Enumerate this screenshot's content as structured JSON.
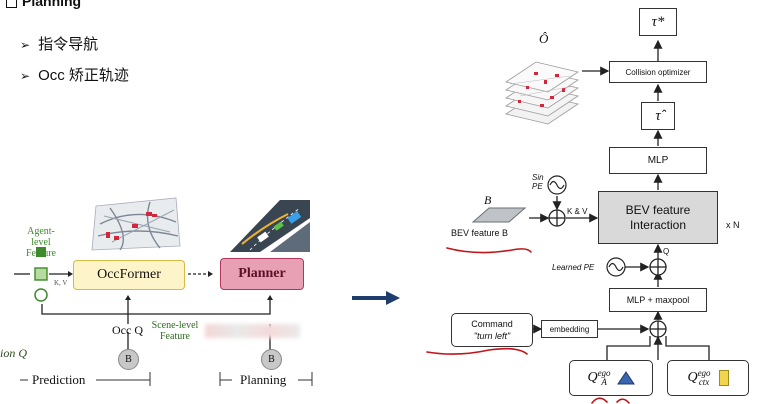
{
  "slide": {
    "section_title": "Planning",
    "bullets": [
      "指令导航",
      "Occ 矫正轨迹"
    ]
  },
  "left_diagram": {
    "agent_level_label": "Agent-level\nFeature",
    "k_v_label": "K, V",
    "occformer_label": "OccFormer",
    "planner_label": "Planner",
    "occ_q_label": "Occ Q",
    "scene_level_label": "Scene-level\nFeature",
    "b_label_1": "B",
    "b_label_2": "B",
    "motion_q_label": "ion Q",
    "prediction_label": "Prediction",
    "planning_label": "Planning",
    "colors": {
      "occformer_fill": "#fdf4c9",
      "occformer_border": "#d8b945",
      "planner_fill": "#e8a0b4",
      "planner_border": "#b0365c",
      "agent_green": "#3d8a2c"
    }
  },
  "right_diagram": {
    "tau_star": "τ*",
    "collision_optimizer": "Collision optimizer",
    "o_hat": "Ô",
    "tau_hat": "τ̂",
    "mlp": "MLP",
    "sin_pe": "Sin\nPE",
    "k_and_v": "K & V",
    "bev_b_label": "B",
    "bev_feature_label": "BEV feature B",
    "bev_interaction": "BEV feature\nInteraction",
    "times_n": "x N",
    "q_label": "Q",
    "learned_pe": "Learned PE",
    "mlp_maxpool": "MLP + maxpool",
    "command_line1": "Command",
    "command_line2": "\"turn left\"",
    "embedding": "embedding",
    "q_ego_a": "Q",
    "q_ego_a_sup": "ego",
    "q_ego_a_sub": "A",
    "q_ego_ctx": "Q",
    "q_ego_ctx_sup": "ego",
    "q_ego_ctx_sub": "ctx",
    "colors": {
      "grey_box": "#d9d9d9",
      "triangle": "#3a66b0",
      "ctx_bar": "#f1d54a",
      "annotation": "#c0151a"
    }
  },
  "transition_arrow_color": "#1f3c6e"
}
